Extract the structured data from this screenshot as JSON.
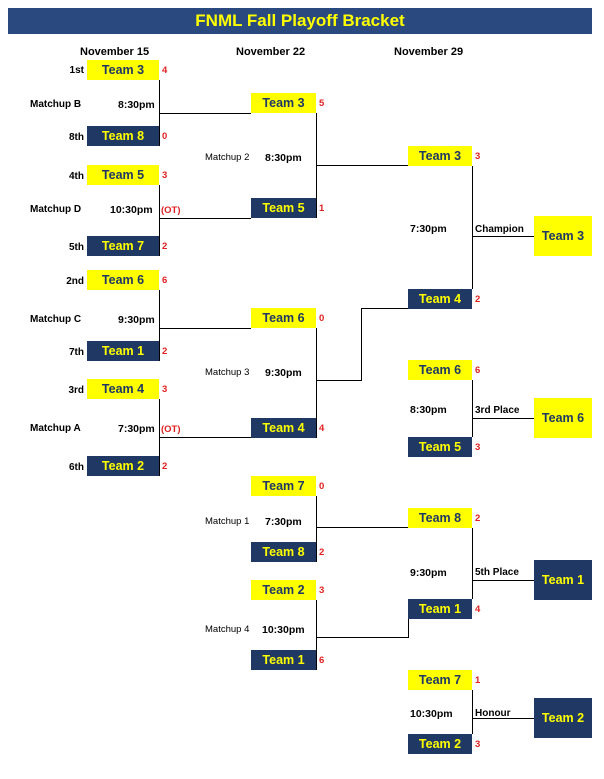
{
  "title": "FNML Fall Playoff Bracket",
  "dates": [
    "November 15",
    "November 22",
    "November 29"
  ],
  "round1": {
    "matchups": [
      {
        "name": "Matchup B",
        "time": "8:30pm",
        "ot": "",
        "top": {
          "seed": "1st",
          "team": "Team 3",
          "score": "4"
        },
        "bottom": {
          "seed": "8th",
          "team": "Team 8",
          "score": "0"
        }
      },
      {
        "name": "Matchup D",
        "time": "10:30pm",
        "ot": "(OT)",
        "top": {
          "seed": "4th",
          "team": "Team 5",
          "score": "3"
        },
        "bottom": {
          "seed": "5th",
          "team": "Team 7",
          "score": "2"
        }
      },
      {
        "name": "Matchup C",
        "time": "9:30pm",
        "ot": "",
        "top": {
          "seed": "2nd",
          "team": "Team 6",
          "score": "6"
        },
        "bottom": {
          "seed": "7th",
          "team": "Team 1",
          "score": "2"
        }
      },
      {
        "name": "Matchup A",
        "time": "7:30pm",
        "ot": "(OT)",
        "top": {
          "seed": "3rd",
          "team": "Team 4",
          "score": "3"
        },
        "bottom": {
          "seed": "6th",
          "team": "Team 2",
          "score": "2"
        }
      }
    ]
  },
  "round2": {
    "matchups": [
      {
        "name": "Matchup 2",
        "time": "8:30pm",
        "top": {
          "team": "Team 3",
          "score": "5"
        },
        "bottom": {
          "team": "Team 5",
          "score": "1"
        }
      },
      {
        "name": "Matchup 3",
        "time": "9:30pm",
        "top": {
          "team": "Team 6",
          "score": "0"
        },
        "bottom": {
          "team": "Team 4",
          "score": "4"
        }
      },
      {
        "name": "Matchup 1",
        "time": "7:30pm",
        "top": {
          "team": "Team 7",
          "score": "0"
        },
        "bottom": {
          "team": "Team 8",
          "score": "2"
        }
      },
      {
        "name": "Matchup 4",
        "time": "10:30pm",
        "top": {
          "team": "Team 2",
          "score": "3"
        },
        "bottom": {
          "team": "Team 1",
          "score": "6"
        }
      }
    ]
  },
  "round3": {
    "matchups": [
      {
        "label": "Champion",
        "time": "7:30pm",
        "result": "Team 3",
        "top": {
          "team": "Team 3",
          "score": "3"
        },
        "bottom": {
          "team": "Team 4",
          "score": "2"
        }
      },
      {
        "label": "3rd Place",
        "time": "8:30pm",
        "result": "Team 6",
        "top": {
          "team": "Team 6",
          "score": "6"
        },
        "bottom": {
          "team": "Team 5",
          "score": "3"
        }
      },
      {
        "label": "5th Place",
        "time": "9:30pm",
        "result": "Team 1",
        "top": {
          "team": "Team 8",
          "score": "2"
        },
        "bottom": {
          "team": "Team 1",
          "score": "4"
        }
      },
      {
        "label": "Honour",
        "time": "10:30pm",
        "result": "Team 2",
        "top": {
          "team": "Team 7",
          "score": "1"
        },
        "bottom": {
          "team": "Team 2",
          "score": "3"
        }
      }
    ]
  },
  "colors": {
    "navy": "#1f3864",
    "yellow": "#ffff00",
    "score_red": "#e02020",
    "title_bg": "#2a4a7f"
  }
}
